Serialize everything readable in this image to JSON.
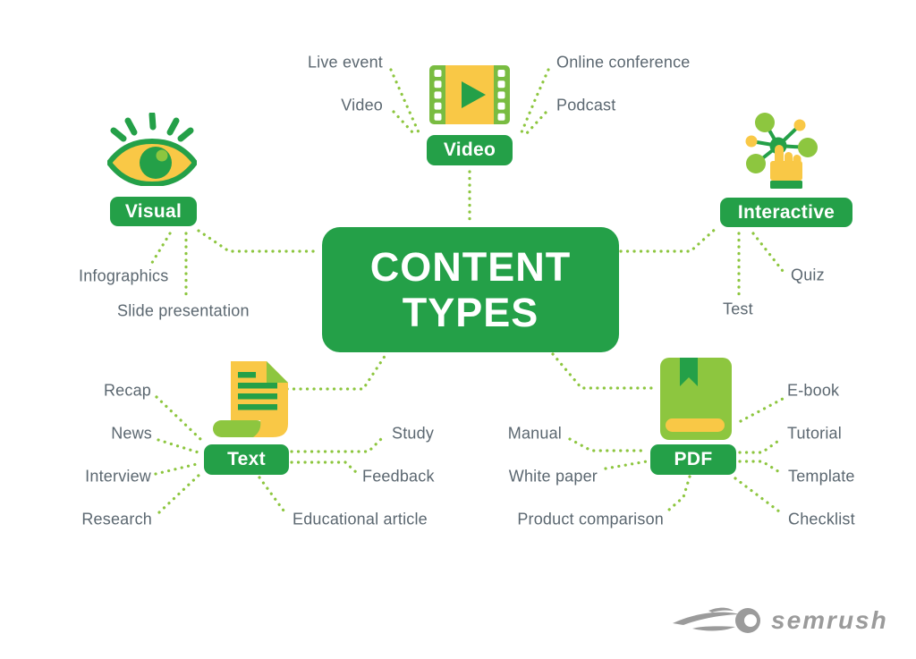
{
  "title": {
    "text_line1": "CONTENT",
    "text_line2": "TYPES"
  },
  "colors": {
    "green_dark": "#24A048",
    "green_mid": "#79BC41",
    "green_light": "#8DC63F",
    "yellow": "#F9C846",
    "label_text": "#5B6770",
    "logo_gray": "#9B9B9B",
    "background": "#FFFFFF"
  },
  "branches": {
    "video": {
      "label": "Video",
      "icon": "film-strip-icon",
      "children": [
        "Live event",
        "Video",
        "Online conference",
        "Podcast"
      ]
    },
    "visual": {
      "label": "Visual",
      "icon": "eye-icon",
      "children": [
        "Infographics",
        "Slide presentation"
      ]
    },
    "interactive": {
      "label": "Interactive",
      "icon": "network-hand-icon",
      "children": [
        "Quiz",
        "Test"
      ]
    },
    "text": {
      "label": "Text",
      "icon": "document-icon",
      "children": [
        "Recap",
        "News",
        "Interview",
        "Research",
        "Study",
        "Feedback",
        "Educational article"
      ]
    },
    "pdf": {
      "label": "PDF",
      "icon": "book-icon",
      "children": [
        "Manual",
        "White paper",
        "Product comparison",
        "E-book",
        "Tutorial",
        "Template",
        "Checklist"
      ]
    }
  },
  "footer": {
    "brand": "SEMRUSH"
  }
}
